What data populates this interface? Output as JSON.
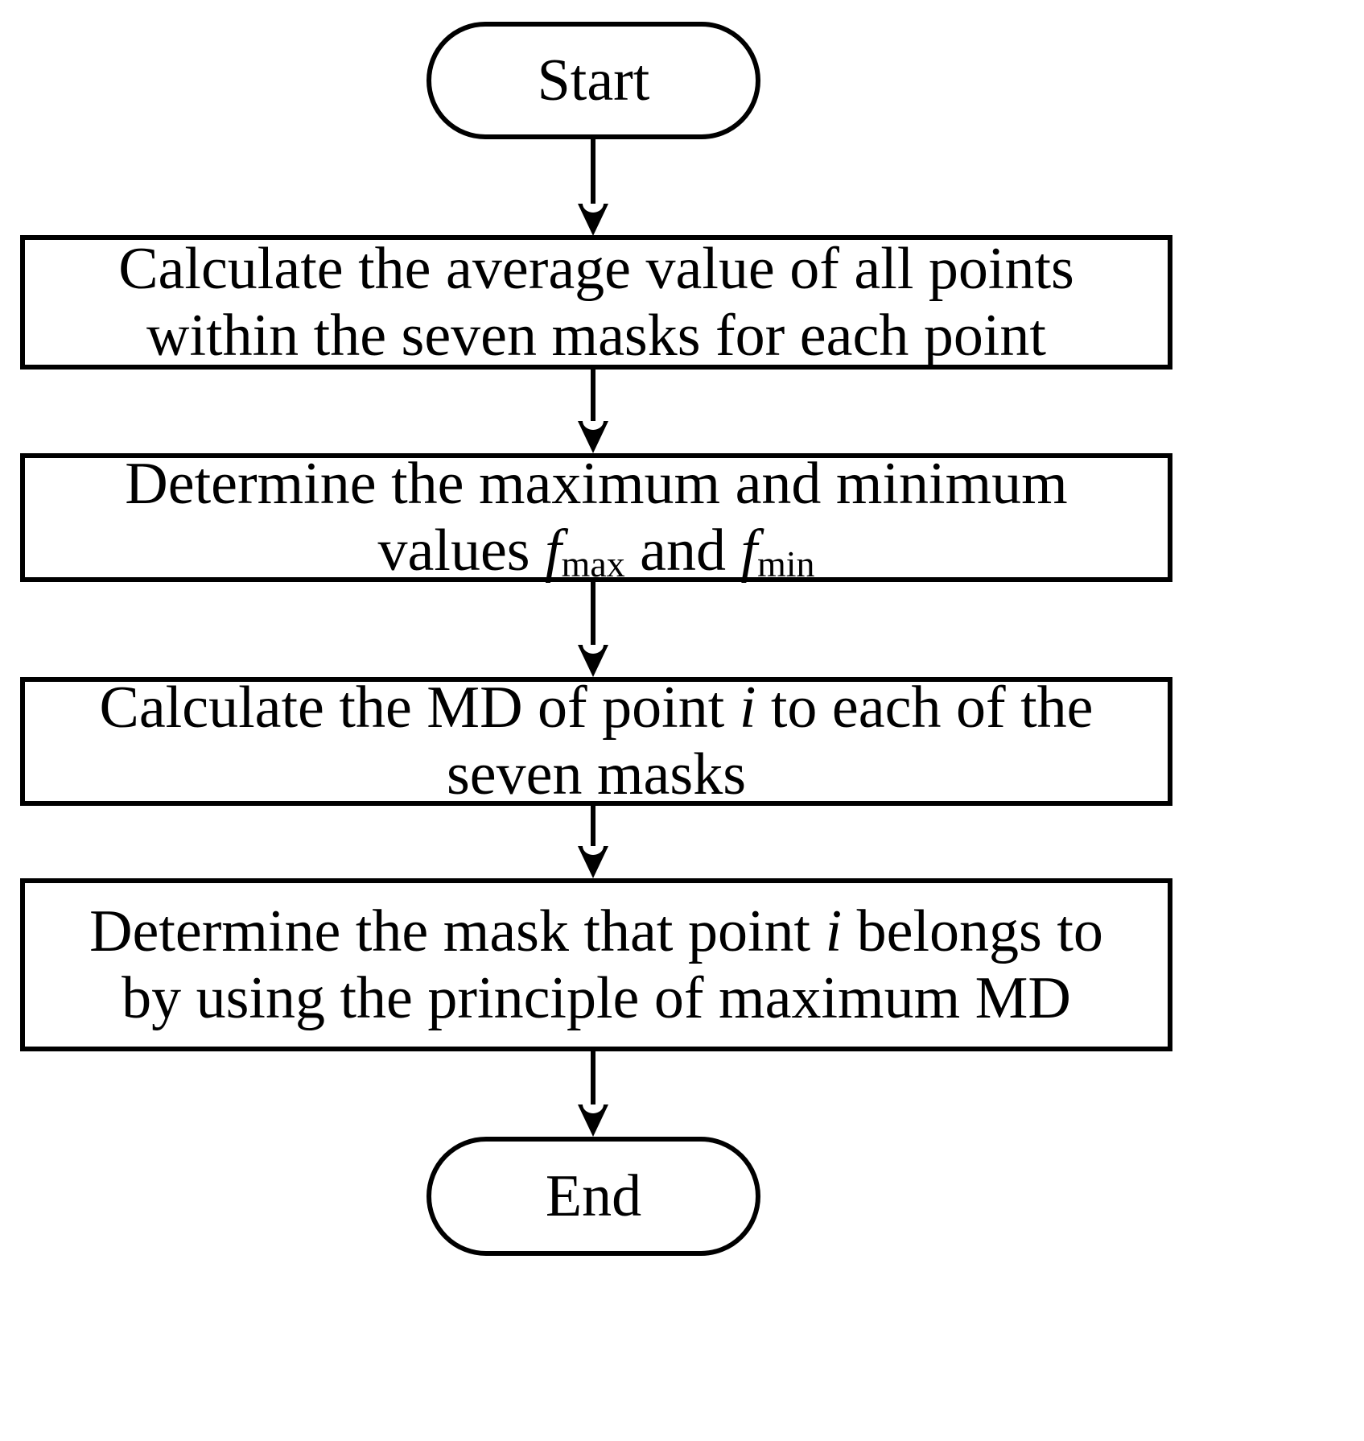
{
  "diagram": {
    "title": "Mask assignment flowchart",
    "background_color": "#ffffff",
    "stroke_color": "#000000",
    "nodes": [
      {
        "id": "start",
        "type": "terminal",
        "label": "Start"
      },
      {
        "id": "step1",
        "type": "process",
        "line1": "Calculate the average value of all points",
        "line2": "within the seven masks for each point"
      },
      {
        "id": "step2",
        "type": "process",
        "line1": "Determine the maximum and minimum",
        "line2_prefix": "values ",
        "line2_var1": "f",
        "line2_sub1": "max",
        "line2_mid": " and ",
        "line2_var2": "f",
        "line2_sub2": "min"
      },
      {
        "id": "step3",
        "type": "process",
        "line1_prefix": "Calculate the MD of point ",
        "line1_var": "i",
        "line1_suffix": " to each of the",
        "line2": "seven masks"
      },
      {
        "id": "step4",
        "type": "process",
        "line1_prefix": "Determine the mask that point ",
        "line1_var": "i",
        "line1_suffix": " belongs to",
        "line2": "by using the principle of maximum MD"
      },
      {
        "id": "end",
        "type": "terminal",
        "label": "End"
      }
    ],
    "edges": [
      {
        "id": "e1",
        "from": "start",
        "to": "step1",
        "arrow": "down"
      },
      {
        "id": "e2",
        "from": "step1",
        "to": "step2",
        "arrow": "down"
      },
      {
        "id": "e3",
        "from": "step2",
        "to": "step3",
        "arrow": "down"
      },
      {
        "id": "e4",
        "from": "step3",
        "to": "step4",
        "arrow": "down"
      },
      {
        "id": "e5",
        "from": "step4",
        "to": "end",
        "arrow": "down"
      }
    ]
  }
}
